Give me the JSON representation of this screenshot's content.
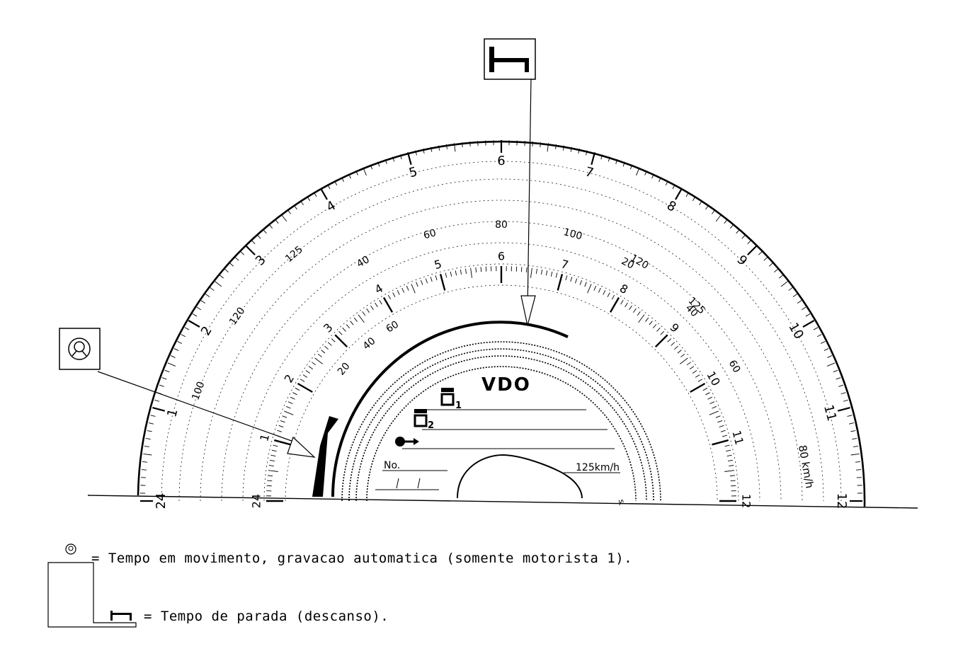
{
  "disc": {
    "brand": "VDO",
    "speed_label_inner": "125km/h",
    "speed_label_outer": "80 km/h",
    "number_label": "No.",
    "small_mark": "s.",
    "outer_hours": [
      "24",
      "1",
      "2",
      "3",
      "4",
      "5",
      "6",
      "7",
      "8",
      "9",
      "10",
      "11",
      "12"
    ],
    "inner_hours": [
      "24",
      "1",
      "2",
      "3",
      "4",
      "5",
      "6",
      "7",
      "8",
      "9",
      "10",
      "11",
      "12"
    ],
    "outer_speeds": [
      "100",
      "120",
      "125",
      "40",
      "60",
      "80",
      "100",
      "120",
      "125"
    ],
    "inner_speeds": [
      "20",
      "40",
      "60",
      "20",
      "40",
      "60"
    ],
    "driver_1": "1",
    "driver_2": "2"
  },
  "callouts": {
    "rest_icon": "rest-bed-icon",
    "driving_icon": "steering-wheel-icon"
  },
  "legend": {
    "driving_text": "= Tempo em movimento, gravacao automatica (somente motorista 1).",
    "rest_text": "= Tempo de parada (descanso)."
  }
}
